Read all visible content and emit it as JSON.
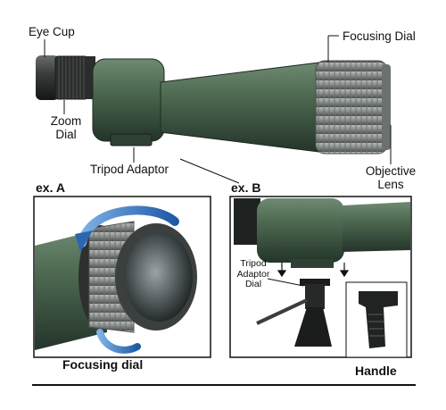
{
  "labels": {
    "eye_cup": "Eye Cup",
    "focusing_dial_top": "Focusing Dial",
    "zoom_dial": [
      "Zoom",
      "Dial"
    ],
    "tripod_adaptor": "Tripod Adaptor",
    "objective_lens": [
      "Objective",
      "Lens"
    ],
    "ex_a": "ex. A",
    "ex_b": "ex. B",
    "focusing_dial_bottom": "Focusing dial",
    "tripod_adaptor_dial": [
      "Tripod",
      "Adaptor",
      "Dial"
    ],
    "handle": "Handle"
  },
  "colors": {
    "body_green": "#4f6b52",
    "body_dark": "#22302a",
    "rubber_gray": "#8a8f8d",
    "arrow_blue": "#2b66b0",
    "line": "#111111"
  }
}
